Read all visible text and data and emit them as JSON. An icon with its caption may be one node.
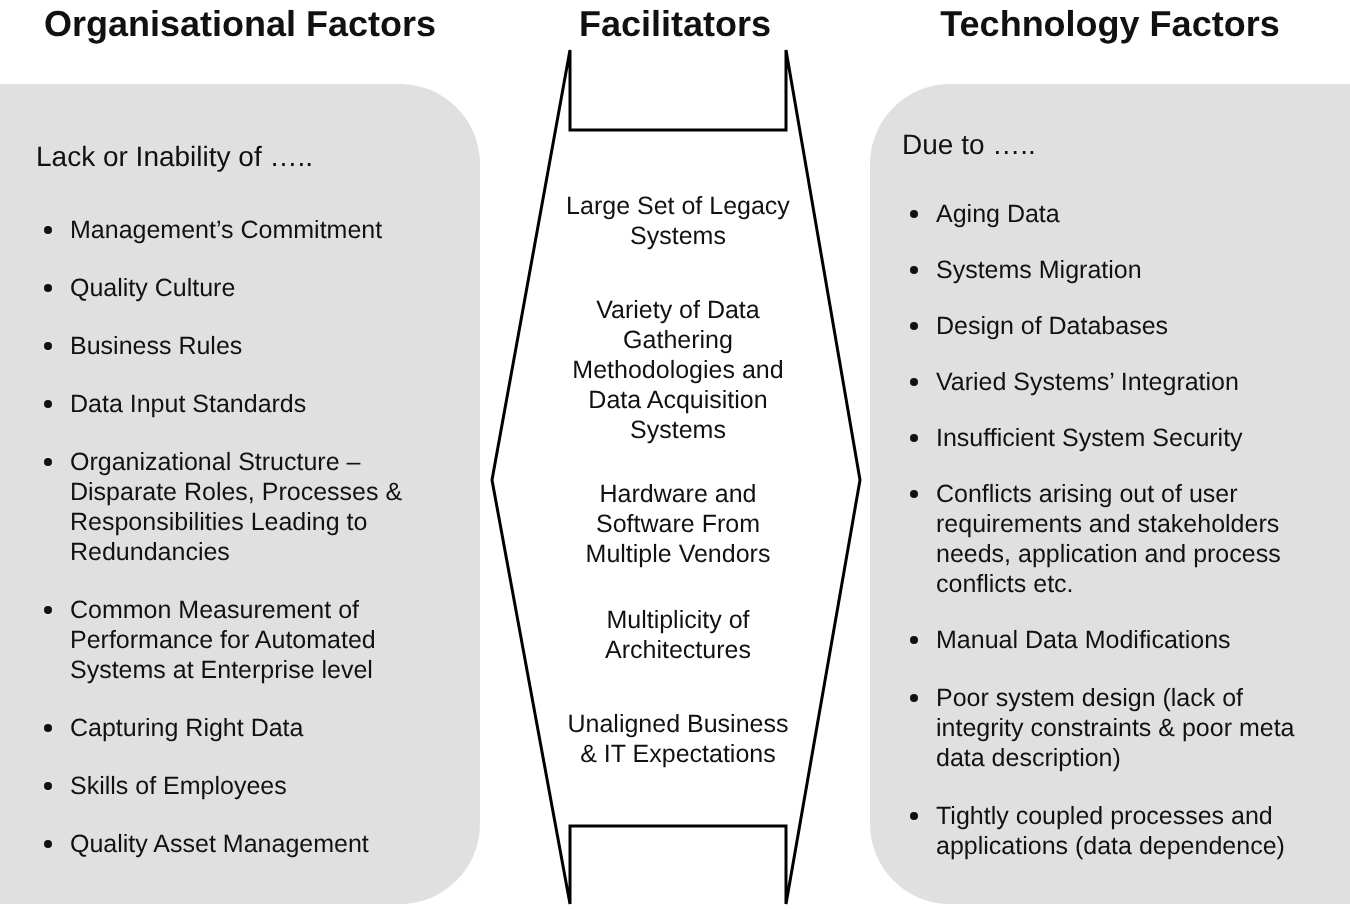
{
  "diagram": {
    "nodes": [
      {
        "text": [
          "Organisational Factors",
          "Lack or Inability of …..",
          "Management’s Commitment",
          "Quality Culture",
          "Business Rules",
          "Data Input Standards",
          "Organizational Structure – Disparate Roles, Processes & Responsibilities Leading to Redundancies",
          "Common Measurement of Performance for Automated Systems at Enterprise level",
          "Capturing Right Data",
          "Skills of Employees",
          "Quality Asset Management"
        ]
      },
      {
        "text": [
          "Facilitators",
          "Large Set of Legacy Systems",
          "Variety of Data Gathering Methodologies and Data Acquisition Systems",
          "Hardware and Software From Multiple Vendors",
          "Multiplicity of Architectures",
          "Unaligned Business & IT Expectations"
        ]
      },
      {
        "text": [
          "Technology Factors",
          "Due to …..",
          "Aging Data",
          "Systems Migration",
          "Design of Databases",
          "Varied Systems’ Integration",
          "Insufficient System Security",
          "Conflicts arising out of user requirements and stakeholders needs, application and process conflicts etc.",
          "Manual Data Modifications",
          "Poor system design (lack of integrity constraints & poor meta data description)",
          "Tightly coupled processes and applications (data dependence)"
        ]
      }
    ]
  }
}
